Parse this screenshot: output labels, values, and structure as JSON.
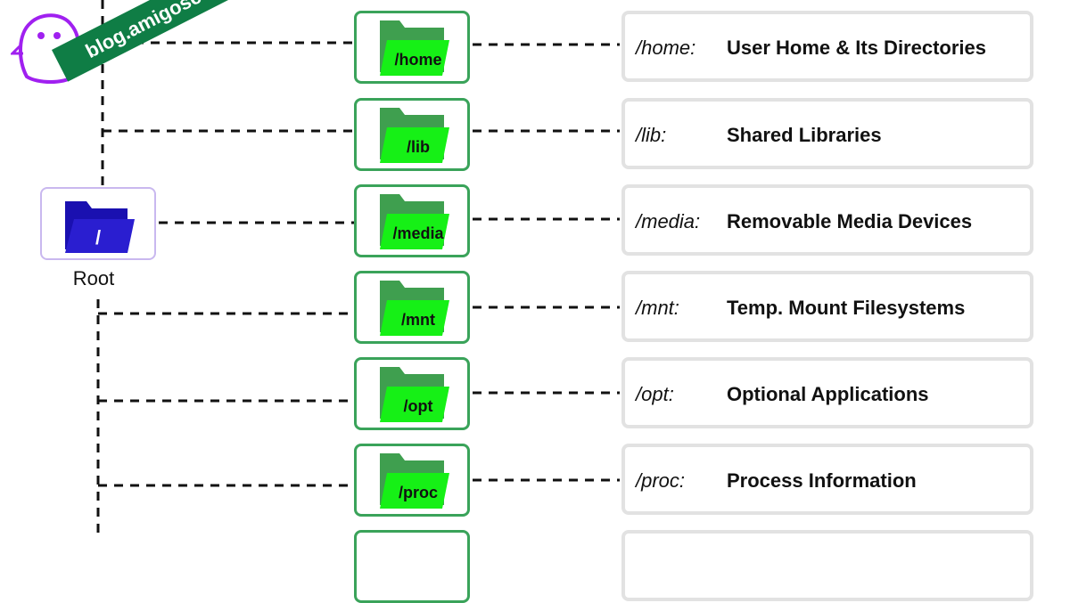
{
  "root": {
    "glyph": "/",
    "name": "Root",
    "icon": "folder-icon"
  },
  "watermark": {
    "text": "blog.amigoscode.com",
    "mascot": "mascot-icon",
    "color": "#0f7d45"
  },
  "colors": {
    "folder_front": "#16f016",
    "folder_back": "#3f9f4f",
    "root_folder": "#2a1ed0",
    "box_border": "#3aa35a",
    "root_border": "#c9b8ef"
  },
  "directories": [
    {
      "label": "/home",
      "path": "/home:",
      "desc": "User Home & Its Directories"
    },
    {
      "label": "/lib",
      "path": "/lib:",
      "desc": "Shared Libraries"
    },
    {
      "label": "/media",
      "path": "/media:",
      "desc": "Removable Media Devices"
    },
    {
      "label": "/mnt",
      "path": "/mnt:",
      "desc": "Temp. Mount Filesystems"
    },
    {
      "label": "/opt",
      "path": "/opt:",
      "desc": "Optional Applications"
    },
    {
      "label": "/proc",
      "path": "/proc:",
      "desc": "Process Information"
    }
  ]
}
